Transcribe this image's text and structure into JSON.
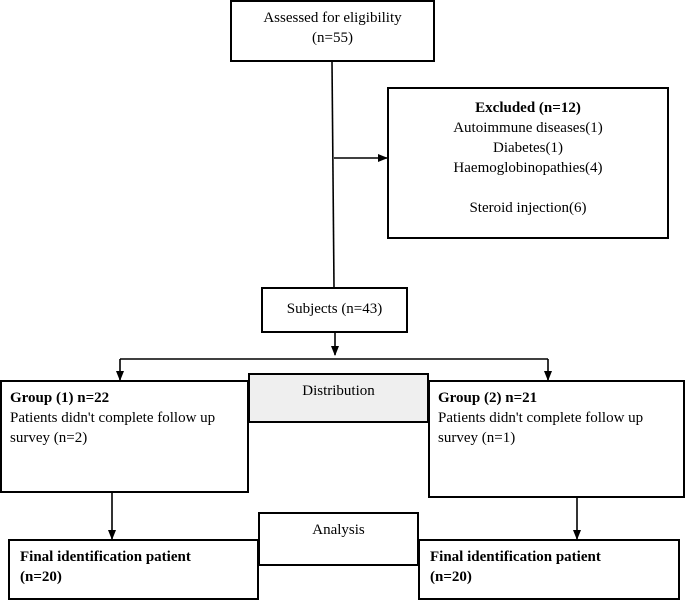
{
  "assessed": {
    "title": "Assessed for eligibility",
    "count": "(n=55)"
  },
  "excluded": {
    "heading": "Excluded (n=12)",
    "reasons": [
      "Autoimmune diseases(1)",
      "Diabetes(1)",
      "Haemoglobinopathies(4)",
      "Steroid injection(6)"
    ]
  },
  "subjects": {
    "label": "Subjects (n=43)"
  },
  "distribution": {
    "label": "Distribution",
    "fill": "#efefef"
  },
  "group1": {
    "heading": "Group (1) n=22",
    "line1": "Patients didn't complete follow up",
    "line2": "survey (n=2)"
  },
  "group2": {
    "heading": "Group (2) n=21",
    "line1": "Patients didn't complete follow up",
    "line2": "survey (n=1)"
  },
  "analysis": {
    "label": "Analysis"
  },
  "final1": {
    "title": "Final identification patient",
    "count": "(n=20)"
  },
  "final2": {
    "title": "Final identification patient",
    "count": "(n=20)"
  }
}
